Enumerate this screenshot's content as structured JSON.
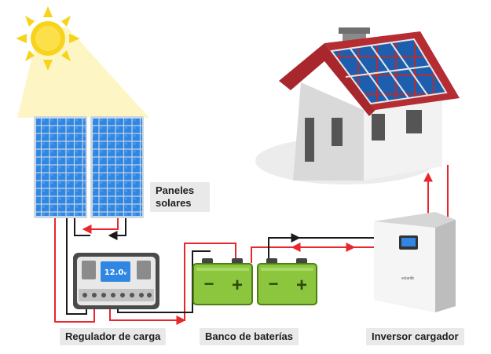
{
  "labels": {
    "panels": "Paneles solares",
    "regulator": "Regulador de carga",
    "battery_bank": "Banco de baterías",
    "inverter": "Inversor cargador"
  },
  "regulator": {
    "display_value": "12.0",
    "display_unit": "v"
  },
  "batteries": {
    "minus_symbol": "−",
    "plus_symbol": "+"
  },
  "inverter": {
    "brand": "solaritb"
  },
  "colors": {
    "sun": "#f7d31b",
    "sun_beam": "#fdf6c4",
    "panel_cell": "#2f86e3",
    "panel_frame": "#c9d7e4",
    "roof": "#a8272d",
    "wall": "#f2f2f2",
    "battery": "#8cc63f",
    "wire_positive": "#e8262d",
    "wire_negative": "#1a1a1a",
    "label_bg": "#e9e9e9",
    "regulator_lcd": "#2f86e3"
  }
}
